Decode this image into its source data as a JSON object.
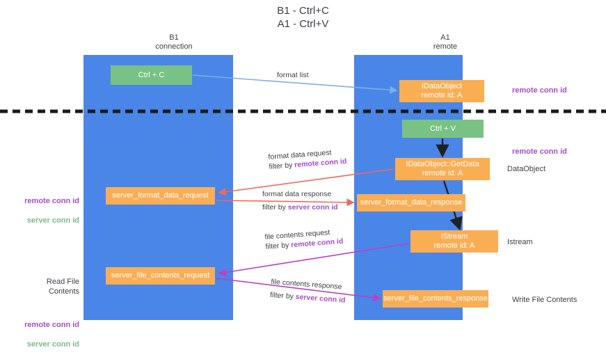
{
  "title": "B1 - Ctrl+C\nA1 - Ctrl+V",
  "lanes": [
    {
      "name": "b1",
      "header": "B1\nconnection",
      "color": "#4a86e8"
    },
    {
      "name": "a1",
      "header": "A1\nremote",
      "color": "#4a86e8"
    }
  ],
  "colors": {
    "lane": "#4a86e8",
    "box_orange": "#f9ae54",
    "box_green": "#79c285",
    "highlight_purple": "#a64dc4",
    "highlight_green": "#7dbb86",
    "text": "#3c4043",
    "arrow_blue": "#7cb0e0",
    "arrow_red": "#f4675a",
    "arrow_magenta": "#c03ec0",
    "arrow_black": "#202124",
    "divider_black": "#1a1a1a",
    "page_bg": "#ffffff"
  },
  "boxes": {
    "ctrl_c": "Ctrl + C",
    "idataobject": "IDataObject\nremote id: A",
    "ctrl_v": "Ctrl + V",
    "getdata": "IDataObject::GetData\nremote id: A",
    "server_format_data_request": "server_format_data_request",
    "server_format_data_response": "server_format_data_response",
    "istream": "IStream\nremote id: A",
    "server_file_contents_request": "server_file_contents_request",
    "server_file_contents_response": "server_file_contents_response"
  },
  "edges": {
    "format_list": {
      "label": "format list",
      "filter": ""
    },
    "format_data_request": {
      "label": "format data request",
      "filter_prefix": "filter by ",
      "filter_key": "remote conn id"
    },
    "format_data_response": {
      "label": "format data response",
      "filter_prefix": "filter by ",
      "filter_key": "server conn id"
    },
    "file_contents_request": {
      "label": "file contents request",
      "filter_prefix": "filter by ",
      "filter_key": "remote conn id"
    },
    "file_contents_response": {
      "label": "file contents response",
      "filter_prefix": "filter by ",
      "filter_key": "server conn id"
    }
  },
  "annotations_right": {
    "remote_conn_id_top": "remote conn id",
    "remote_conn_id_mid": "remote conn id",
    "dataobject": "DataObject",
    "istream": "Istream",
    "write_file_contents": "Write File Contents"
  },
  "annotations_left": {
    "group_1": {
      "line1": "remote conn id",
      "line2": "server conn id"
    },
    "group_2": {
      "title": "Read File Contents",
      "line1": "remote conn id",
      "line2": "server conn id"
    }
  }
}
